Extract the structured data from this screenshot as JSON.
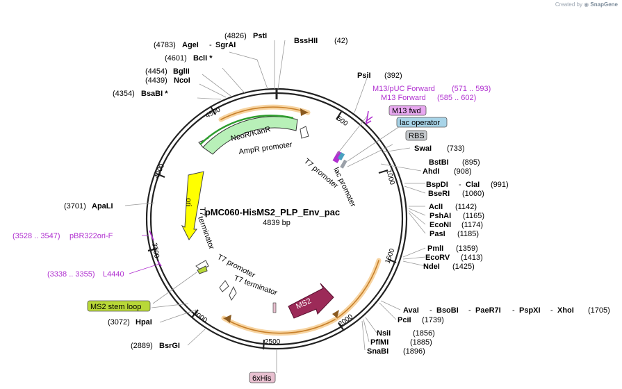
{
  "credit": {
    "prefix": "Created by",
    "brand": "SnapGene"
  },
  "plasmid": {
    "name": "pMC060-HisMS2_PLP_Env_pac",
    "size_label": "4839 bp",
    "length": 4839
  },
  "ticks": [
    {
      "label": "500",
      "pos": 500
    },
    {
      "label": "1000",
      "pos": 1000
    },
    {
      "label": "1500",
      "pos": 1500
    },
    {
      "label": "2000",
      "pos": 2000
    },
    {
      "label": "2500",
      "pos": 2500
    },
    {
      "label": "3000",
      "pos": 3000
    },
    {
      "label": "3500",
      "pos": 3500
    },
    {
      "label": "4000",
      "pos": 4000
    },
    {
      "label": "4500",
      "pos": 4500
    }
  ],
  "sites_left": [
    {
      "coord": "(4826)",
      "name": "PstI"
    },
    {
      "coord": "(4783)",
      "name": "AgeI",
      "sep": "-",
      "name2": "SgrAI"
    },
    {
      "coord": "(4601)",
      "name": "BclI *"
    },
    {
      "coord": "(4454)",
      "name": "BglII"
    },
    {
      "coord": "(4439)",
      "name": "NcoI"
    },
    {
      "coord": "(4354)",
      "name": "BsaBI *"
    },
    {
      "coord": "(3701)",
      "name": "ApaLI"
    },
    {
      "coord": "(3072)",
      "name": "HpaI"
    },
    {
      "coord": "(2889)",
      "name": "BsrGI"
    }
  ],
  "sites_right": [
    {
      "name": "BssHII",
      "coord": "(42)"
    },
    {
      "name": "PsiI",
      "coord": "(392)"
    },
    {
      "name": "SwaI",
      "coord": "(733)"
    },
    {
      "name": "BstBI",
      "coord": "(895)"
    },
    {
      "name": "AhdI",
      "coord": "(908)"
    },
    {
      "name": "BspDI",
      "sep": "-",
      "name2": "ClaI",
      "coord": "(991)"
    },
    {
      "name": "BseRI",
      "coord": "(1060)"
    },
    {
      "name": "AclI",
      "coord": "(1142)"
    },
    {
      "name": "PshAI",
      "coord": "(1165)"
    },
    {
      "name": "EcoNI",
      "coord": "(1174)"
    },
    {
      "name": "PasI",
      "coord": "(1185)"
    },
    {
      "name": "PmlI",
      "coord": "(1359)"
    },
    {
      "name": "EcoRV",
      "coord": "(1413)"
    },
    {
      "name": "NdeI",
      "coord": "(1425)"
    },
    {
      "name": "AvaI",
      "sep": "-",
      "name2": "BsoBI",
      "sep2": "-",
      "name3": "PaeR7I",
      "sep3": "-",
      "name4": "PspXI",
      "sep4": "-",
      "name5": "XhoI",
      "coord": "(1705)"
    },
    {
      "name": "PciI",
      "coord": "(1739)"
    },
    {
      "name": "NsiI",
      "coord": "(1856)"
    },
    {
      "name": "PflMI",
      "coord": "(1885)"
    },
    {
      "name": "SnaBI",
      "coord": "(1896)"
    }
  ],
  "primers": [
    {
      "name": "M13/pUC Forward",
      "range": "(571 .. 593)"
    },
    {
      "name": "M13 Forward",
      "range": "(585 .. 602)"
    },
    {
      "name": "pBR322ori-F",
      "range": "(3528 .. 3547)"
    },
    {
      "name": "L4440",
      "range": "(3338 .. 3355)"
    }
  ],
  "boxed_labels": [
    {
      "text": "M13 fwd",
      "color": "#e8a8f0"
    },
    {
      "text": "lac operator",
      "color": "#a8d4e8"
    },
    {
      "text": "RBS",
      "color": "#c4c8cc"
    },
    {
      "text": "MS2 stem loop",
      "color": "#b8d838"
    },
    {
      "text": "6xHis",
      "color": "#e8c0d0"
    }
  ],
  "features": [
    {
      "text": "NeoR/KanR",
      "color": "#b8f0b8"
    },
    {
      "text": "AmpR promoter"
    },
    {
      "text": "ori",
      "color": "#ffff00"
    },
    {
      "text": "T7 promoter"
    },
    {
      "text": "lac promoter"
    },
    {
      "text": "T7"
    },
    {
      "text": "terminator"
    },
    {
      "text": "T7 promoter"
    },
    {
      "text": "T7 terminator"
    },
    {
      "text": "MS2",
      "color": "#9c2a58"
    }
  ],
  "colors": {
    "primer": "#b030d0",
    "orf": "#e8a040",
    "backbone": "#222222"
  }
}
